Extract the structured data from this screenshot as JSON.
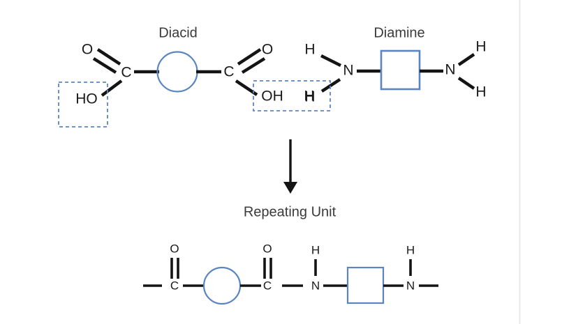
{
  "diagram": {
    "title_top_left": "Diacid",
    "title_top_right": "Diamine",
    "title_middle": "Repeating Unit",
    "colors": {
      "bond": "#141414",
      "ring_blue": "#5b85c0",
      "highlight_dashed": "#5b85c0",
      "text": "#1a1a1a",
      "title_text": "#3a3a3a",
      "background": "#ffffff",
      "divider": "#e4e4e6"
    },
    "reactants": {
      "diacid": {
        "label": "Diacid",
        "atoms": [
          {
            "name": "carbonyl-oxygen-left",
            "text": "O"
          },
          {
            "name": "carbonyl-carbon-left",
            "text": "C"
          },
          {
            "name": "hydroxyl-left",
            "text": "HO"
          },
          {
            "name": "carbonyl-carbon-right",
            "text": "C"
          },
          {
            "name": "carbonyl-oxygen-right",
            "text": "O"
          },
          {
            "name": "hydroxyl-right",
            "text": "OH"
          }
        ],
        "core_shape": "circle"
      },
      "diamine": {
        "label": "Diamine",
        "atoms": [
          {
            "name": "amine-hydrogen-left-top",
            "text": "H"
          },
          {
            "name": "amine-nitrogen-left",
            "text": "N"
          },
          {
            "name": "amine-hydrogen-left-bottom",
            "text": "H"
          },
          {
            "name": "amine-nitrogen-right",
            "text": "N"
          },
          {
            "name": "amine-hydrogen-right-top",
            "text": "H"
          },
          {
            "name": "amine-hydrogen-right-bottom",
            "text": "H"
          }
        ],
        "core_shape": "square"
      }
    },
    "leaving_groups": [
      {
        "name": "condensation-highlight-left",
        "text": "HO"
      },
      {
        "name": "condensation-highlight-right",
        "text_a": "OH",
        "text_b": "H"
      }
    ],
    "reaction_arrow": {
      "name": "reaction-arrow",
      "direction": "down"
    },
    "product": {
      "label": "Repeating Unit",
      "atoms": [
        {
          "name": "product-carbonyl-oxygen-left",
          "text": "O"
        },
        {
          "name": "product-carbonyl-carbon-left",
          "text": "C"
        },
        {
          "name": "product-carbonyl-oxygen-right",
          "text": "O"
        },
        {
          "name": "product-carbonyl-carbon-right",
          "text": "C"
        },
        {
          "name": "product-amide-hydrogen-left",
          "text": "H"
        },
        {
          "name": "product-amide-nitrogen-left",
          "text": "N"
        },
        {
          "name": "product-amide-hydrogen-right",
          "text": "H"
        },
        {
          "name": "product-amide-nitrogen-right",
          "text": "N"
        }
      ],
      "core_shapes": [
        "circle",
        "square"
      ]
    }
  }
}
